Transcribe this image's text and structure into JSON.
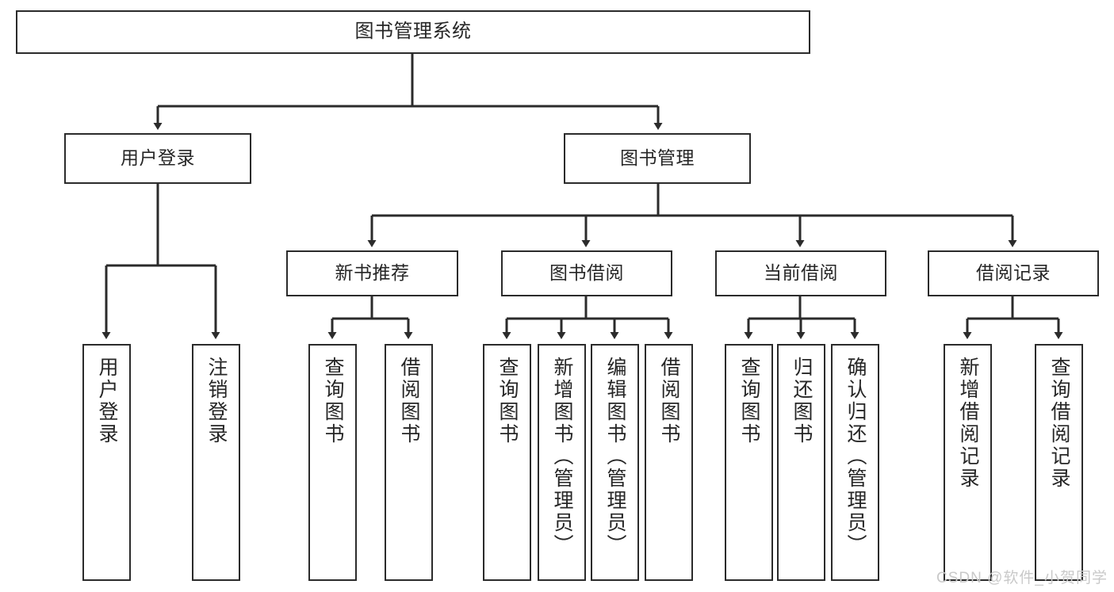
{
  "diagram": {
    "title": "图书管理系统",
    "type": "tree",
    "colors": {
      "box_border": "#2b2b2b",
      "box_fill": "#ffffff",
      "connector": "#2b2b2b",
      "text": "#262626",
      "watermark": "#c9c9c9"
    },
    "watermark": "CSDN @软件_小贺同学",
    "root": {
      "label": "图书管理系统"
    },
    "level1": [
      {
        "id": "user-login",
        "label": "用户登录"
      },
      {
        "id": "book-management",
        "label": "图书管理"
      }
    ],
    "level2": [
      {
        "id": "new-book-recommend",
        "label": "新书推荐",
        "parent": "book-management"
      },
      {
        "id": "book-borrow",
        "label": "图书借阅",
        "parent": "book-management"
      },
      {
        "id": "current-borrow",
        "label": "当前借阅",
        "parent": "book-management"
      },
      {
        "id": "borrow-record",
        "label": "借阅记录",
        "parent": "book-management"
      }
    ],
    "leaves": [
      {
        "id": "leaf-user-login",
        "label": "用户登录",
        "parent": "user-login"
      },
      {
        "id": "leaf-logout",
        "label": "注销登录",
        "parent": "user-login"
      },
      {
        "id": "leaf-query-book-1",
        "label": "查询图书",
        "parent": "new-book-recommend"
      },
      {
        "id": "leaf-borrow-book-1",
        "label": "借阅图书",
        "parent": "new-book-recommend"
      },
      {
        "id": "leaf-query-book-2",
        "label": "查询图书",
        "parent": "book-borrow"
      },
      {
        "id": "leaf-add-book",
        "label": "新增图书（管理员）",
        "parent": "book-borrow"
      },
      {
        "id": "leaf-edit-book",
        "label": "编辑图书（管理员）",
        "parent": "book-borrow"
      },
      {
        "id": "leaf-borrow-book-2",
        "label": "借阅图书",
        "parent": "book-borrow"
      },
      {
        "id": "leaf-query-book-3",
        "label": "查询图书",
        "parent": "current-borrow"
      },
      {
        "id": "leaf-return-book",
        "label": "归还图书",
        "parent": "current-borrow"
      },
      {
        "id": "leaf-confirm-return",
        "label": "确认归还（管理员）",
        "parent": "current-borrow"
      },
      {
        "id": "leaf-add-record",
        "label": "新增借阅记录",
        "parent": "borrow-record"
      },
      {
        "id": "leaf-query-record",
        "label": "查询借阅记录",
        "parent": "borrow-record"
      }
    ]
  }
}
